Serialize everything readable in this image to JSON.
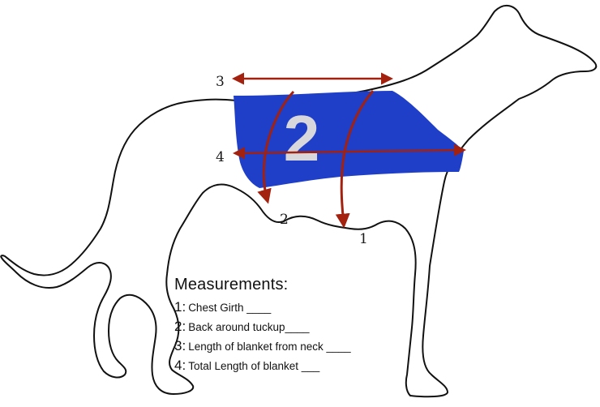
{
  "blanket": {
    "number": "2",
    "color": "#1f3fc8",
    "number_color": "#d8d8dc"
  },
  "arrow_color": "#a3210f",
  "labels": {
    "one": "1",
    "two": "2",
    "three": "3",
    "four": "4"
  },
  "legend": {
    "title": "Measurements:",
    "items": [
      {
        "num": "1:",
        "text": "Chest Girth  ____"
      },
      {
        "num": "2:",
        "text": "Back around tuckup____"
      },
      {
        "num": "3:",
        "text": "Length of blanket from neck ____"
      },
      {
        "num": "4:",
        "text": "Total Length of blanket ___"
      }
    ]
  }
}
